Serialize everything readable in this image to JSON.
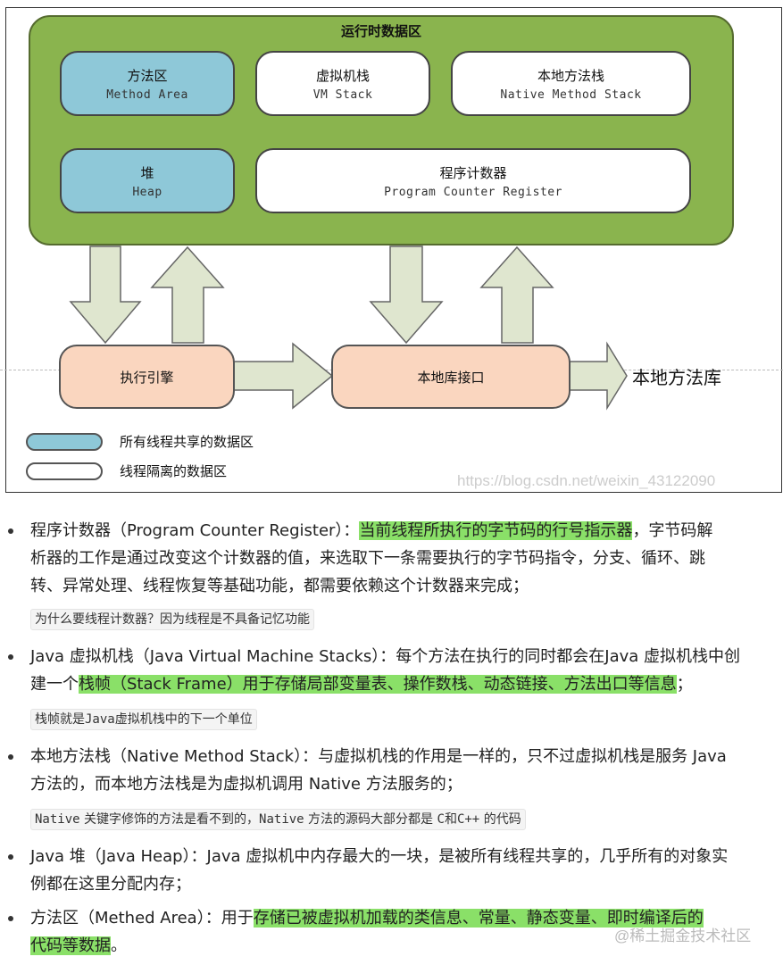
{
  "diagram": {
    "title": "运行时数据区",
    "method_area": {
      "zh": "方法区",
      "en": "Method Area"
    },
    "vm_stack": {
      "zh": "虚拟机栈",
      "en": "VM Stack"
    },
    "native_stack": {
      "zh": "本地方法栈",
      "en": "Native Method Stack"
    },
    "heap": {
      "zh": "堆",
      "en": "Heap"
    },
    "pc_register": {
      "zh": "程序计数器",
      "en": "Program Counter Register"
    },
    "exec_engine": "执行引擎",
    "native_interface": "本地库接口",
    "native_library": "本地方法库",
    "legend_shared": "所有线程共享的数据区",
    "legend_isolated": "线程隔离的数据区",
    "watermark": "https://blog.csdn.net/weixin_43122090"
  },
  "items": [
    {
      "line1_a": "程序计数器（Program Counter Register）：",
      "line1_hl": "当前线程所执行的字节码的行号指示器",
      "line1_b": "，字节码解",
      "line2": "析器的工作是通过改变这个计数器的值，来选取下一条需要执行的字节码指令，分支、循环、跳",
      "line3": "转、异常处理、线程恢复等基础功能，都需要依赖这个计数器来完成；",
      "note": "为什么要线程计数器？因为线程是不具备记忆功能"
    },
    {
      "line1": "Java 虚拟机栈（Java Virtual Machine Stacks）：每个方法在执行的同时都会在Java 虚拟机栈中创",
      "line2_a": "建一个",
      "line2_hl": "栈帧（Stack Frame）用于存储局部变量表、操作数栈、动态链接、方法出口等信息",
      "line2_b": "；",
      "note_a": "栈帧就是",
      "note_code": "Java",
      "note_b": "虚拟机栈中的下一个单位"
    },
    {
      "line1": "本地方法栈（Native Method Stack）：与虚拟机栈的作用是一样的，只不过虚拟机栈是服务 Java",
      "line2": "方法的，而本地方法栈是为虚拟机调用 Native 方法服务的；",
      "note_code1": "Native",
      "note_a": " 关键字修饰的方法是看不到的，",
      "note_code2": "Native",
      "note_b": " 方法的源码大部分都是 ",
      "note_code3": "C",
      "note_c": "和",
      "note_code4": "C++",
      "note_d": " 的代码"
    },
    {
      "line1": "Java 堆（Java Heap）：Java 虚拟机中内存最大的一块，是被所有线程共享的，几乎所有的对象实",
      "line2": "例都在这里分配内存；"
    },
    {
      "line1_a": "方法区（Methed Area）：用于",
      "line1_hl": "存储已被虚拟机加载的类信息、常量、静态变量、即时编译后的",
      "line2_hl": "代码等数据",
      "line2_b": "。"
    }
  ],
  "footer_watermark": "@稀土掘金技术社区",
  "colors": {
    "green": "#8ab44e",
    "blue": "#8ec8d8",
    "peach": "#fad6bf",
    "highlight": "#8ae068"
  }
}
